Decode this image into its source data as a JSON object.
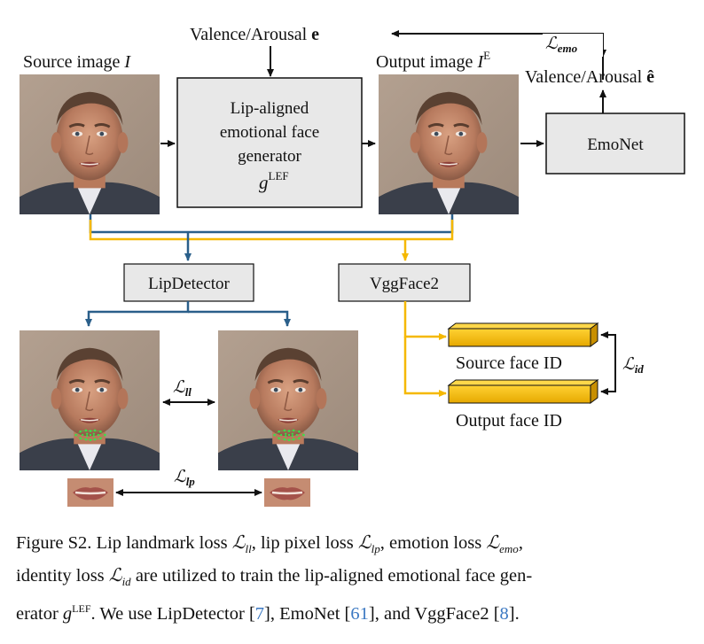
{
  "labels": {
    "valence_input": "Valence/Arousal",
    "valence_input_sym": "e",
    "source_image": "Source image",
    "source_image_sym": "I",
    "output_image": "Output image",
    "output_image_sym": "I",
    "output_image_sup": "E",
    "valence_output": "Valence/Arousal",
    "valence_output_sym": "ê",
    "loss_emo": "ℒ",
    "loss_emo_sub": "emo",
    "loss_ll": "ℒ",
    "loss_ll_sub": "ll",
    "loss_lp": "ℒ",
    "loss_lp_sub": "lp",
    "loss_id": "ℒ",
    "loss_id_sub": "id"
  },
  "boxes": {
    "generator_line1": "Lip-aligned",
    "generator_line2": "emotional face",
    "generator_line3": "generator",
    "generator_sym": "g",
    "generator_sup": "LEF",
    "emonet": "EmoNet",
    "lipdetector": "LipDetector",
    "vggface2": "VggFace2",
    "source_face_id": "Source face ID",
    "output_face_id": "Output face ID"
  },
  "caption": {
    "prefix": "Figure S2. Lip landmark loss",
    "lip_pixel": ", lip pixel loss",
    "emotion": ", emotion loss",
    "identity_pre": "identity loss",
    "identity_post": "are utilized to train the lip-aligned emotional face gen-",
    "line3_pre": "erator",
    "line3_sup": "LEF",
    "line3_mid": ". We use LipDetector [",
    "ref1": "7",
    "mid2": "], EmoNet [",
    "ref2": "61",
    "mid3": "], and VggFace2 [",
    "ref3": "8",
    "end": "]."
  },
  "colors": {
    "blue_arrow": "#2a5f8a",
    "yellow_arrow": "#f5b800",
    "box_fill": "#e8e8e8",
    "id_bar": "#f5b800",
    "ref_link": "#3b78c2"
  }
}
